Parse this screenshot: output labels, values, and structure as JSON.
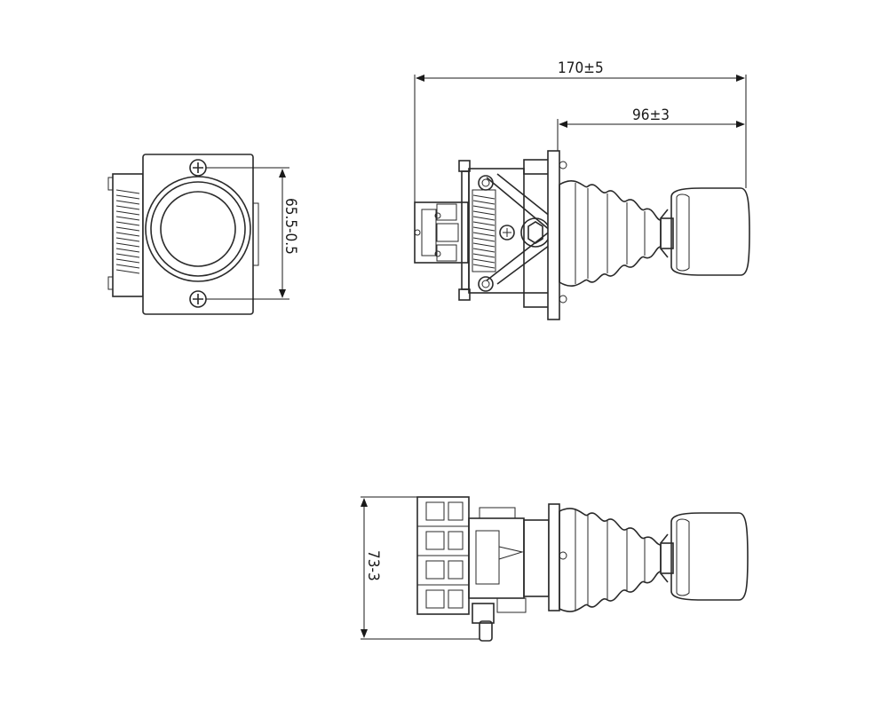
{
  "dimensions": {
    "overall_length": "170±5",
    "handle_length": "96±3",
    "mount_spacing": "65.5-0.5",
    "height": "73-3"
  },
  "colors": {
    "line": "#2a2a2a",
    "background": "#ffffff"
  }
}
